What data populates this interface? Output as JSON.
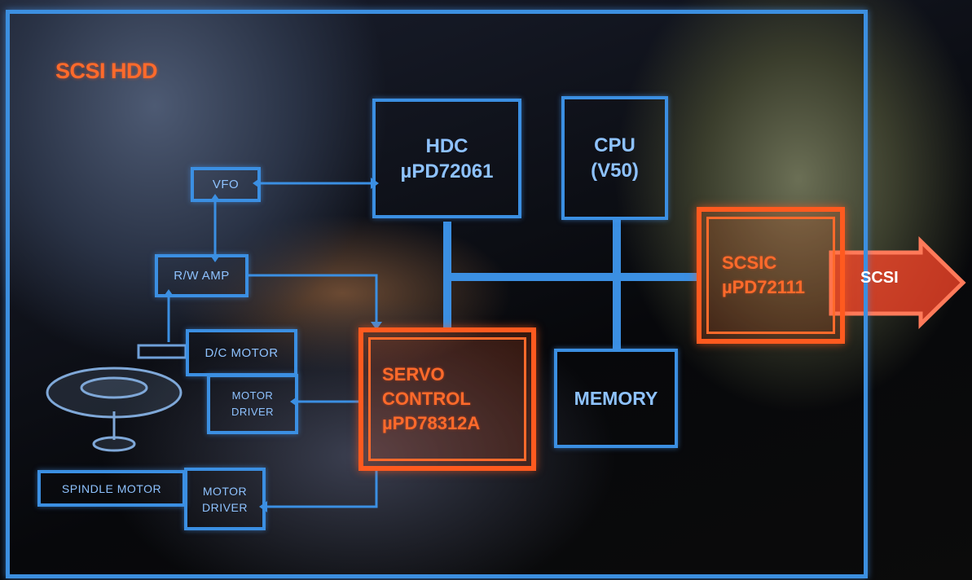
{
  "title": "SCSI HDD",
  "blocks": {
    "hdc": [
      "HDC",
      "µPD72061"
    ],
    "cpu": [
      "CPU",
      "(V50)"
    ],
    "vfo": "VFO",
    "rw_amp": "R/W AMP",
    "dc_motor": "D/C MOTOR",
    "motor_driver_1": [
      "MOTOR",
      "DRIVER"
    ],
    "spindle_motor": "SPINDLE MOTOR",
    "motor_driver_2": [
      "MOTOR",
      "DRIVER"
    ],
    "memory": "MEMORY",
    "servo": [
      "SERVO",
      "CONTROL",
      "µPD78312A"
    ],
    "scsic": [
      "SCSIC",
      "µPD72111"
    ],
    "scsi_arrow": "SCSI"
  },
  "colors": {
    "blue": "#3b8fe2",
    "orange": "#ff5a1f",
    "text_blue": "#8ec2ff"
  }
}
